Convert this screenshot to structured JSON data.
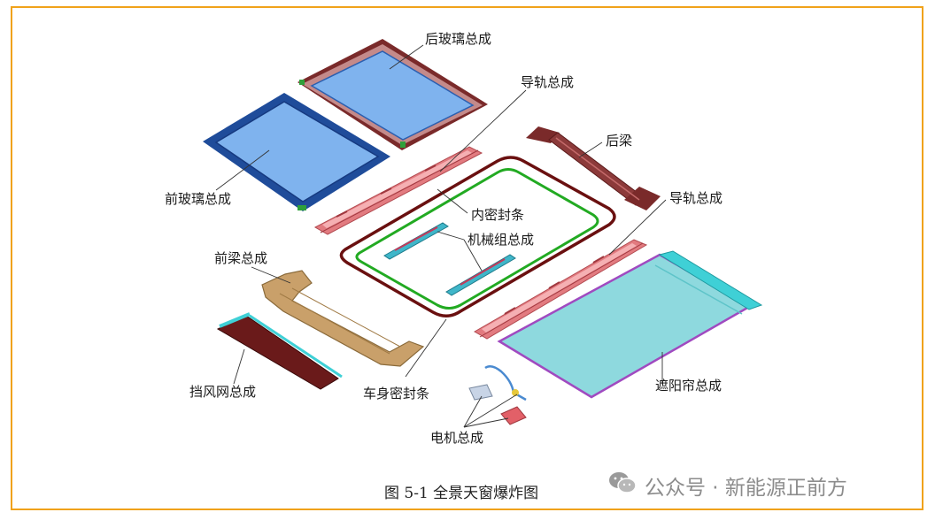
{
  "diagram": {
    "labels": {
      "rear_glass": "后玻璃总成",
      "rail_top": "导轨总成",
      "rear_beam": "后梁",
      "front_glass": "前玻璃总成",
      "inner_seal": "内密封条",
      "rail_right": "导轨总成",
      "mechanism": "机械组总成",
      "front_beam": "前梁总成",
      "wind_deflector": "挡风网总成",
      "body_seal": "车身密封条",
      "sunshade": "遮阳帘总成",
      "motor": "电机总成"
    },
    "caption": "图 5-1  全景天窗爆炸图"
  },
  "watermark": {
    "text": "公众号 · 新能源正前方",
    "icon": "wechat-icon"
  },
  "colors": {
    "border": "#f0a21a",
    "glass_fill": "#7fb3ee",
    "glass_frame": "#1f4c9a",
    "rail": "#e0757a",
    "body_seal": "#6a1010",
    "inner_seal": "#22aa22",
    "beam": "#7a2a2a",
    "front_beam": "#c9a06a",
    "sunshade": "#8ed9de",
    "cyan": "#3fd0d6"
  }
}
